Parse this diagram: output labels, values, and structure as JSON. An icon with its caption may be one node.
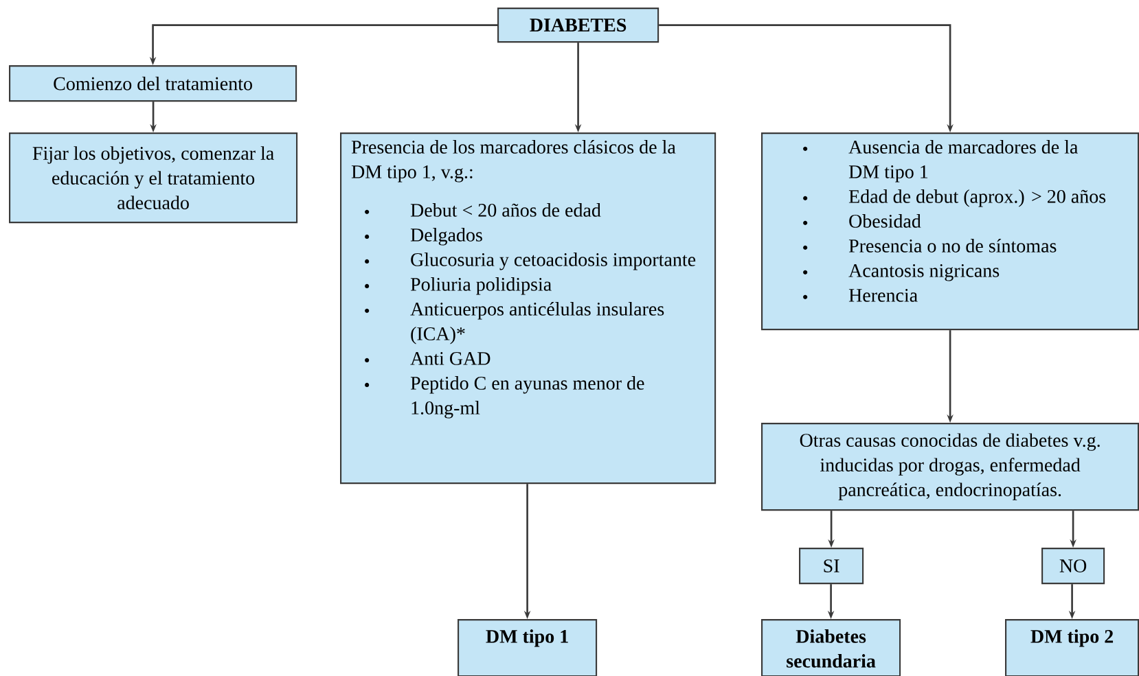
{
  "diagram": {
    "nodes": [
      {
        "text": [
          "DIABETES"
        ]
      },
      {
        "text": [
          "Comienzo del tratamiento"
        ]
      },
      {
        "text": [
          "Fijar los objetivos, comenzar la educación y el tratamiento adecuado"
        ]
      },
      {
        "text": [
          "Presencia de los marcadores clásicos de la DM tipo 1, v.g.:",
          "Debut < 20 años de edad",
          "Delgados",
          "Glucosuria y cetoacidosis importante",
          "Poliuria polidipsia",
          "Anticuerpos anticélulas insulares (ICA)*",
          "Anti GAD",
          "Peptido C en ayunas menor de 1.0ng-ml"
        ]
      },
      {
        "text": [
          "Ausencia de marcadores de la DM tipo 1",
          "Edad de debut (aprox.) > 20 años",
          "Obesidad",
          "Presencia o no de síntomas",
          "Acantosis nigricans",
          "Herencia"
        ]
      },
      {
        "text": [
          "Otras causas conocidas de diabetes v.g. inducidas por drogas, enfermedad pancreática, endocrinopatías."
        ]
      },
      {
        "text": [
          "SI"
        ]
      },
      {
        "text": [
          "NO"
        ]
      },
      {
        "text": [
          "DM tipo 1"
        ]
      },
      {
        "text": [
          "Diabetes secundaria"
        ]
      },
      {
        "text": [
          "DM tipo 2"
        ]
      }
    ],
    "edges": [
      {
        "from": 0,
        "to": 1,
        "arrow": "to"
      },
      {
        "from": 1,
        "to": 2,
        "arrow": "to"
      },
      {
        "from": 0,
        "to": 3,
        "arrow": "to"
      },
      {
        "from": 0,
        "to": 4,
        "arrow": "to"
      },
      {
        "from": 3,
        "to": 8,
        "arrow": "to"
      },
      {
        "from": 4,
        "to": 5,
        "arrow": "to"
      },
      {
        "from": 5,
        "to": 6,
        "arrow": "to"
      },
      {
        "from": 5,
        "to": 7,
        "arrow": "to"
      },
      {
        "from": 6,
        "to": 9,
        "arrow": "to"
      },
      {
        "from": 7,
        "to": 10,
        "arrow": "to"
      }
    ]
  }
}
